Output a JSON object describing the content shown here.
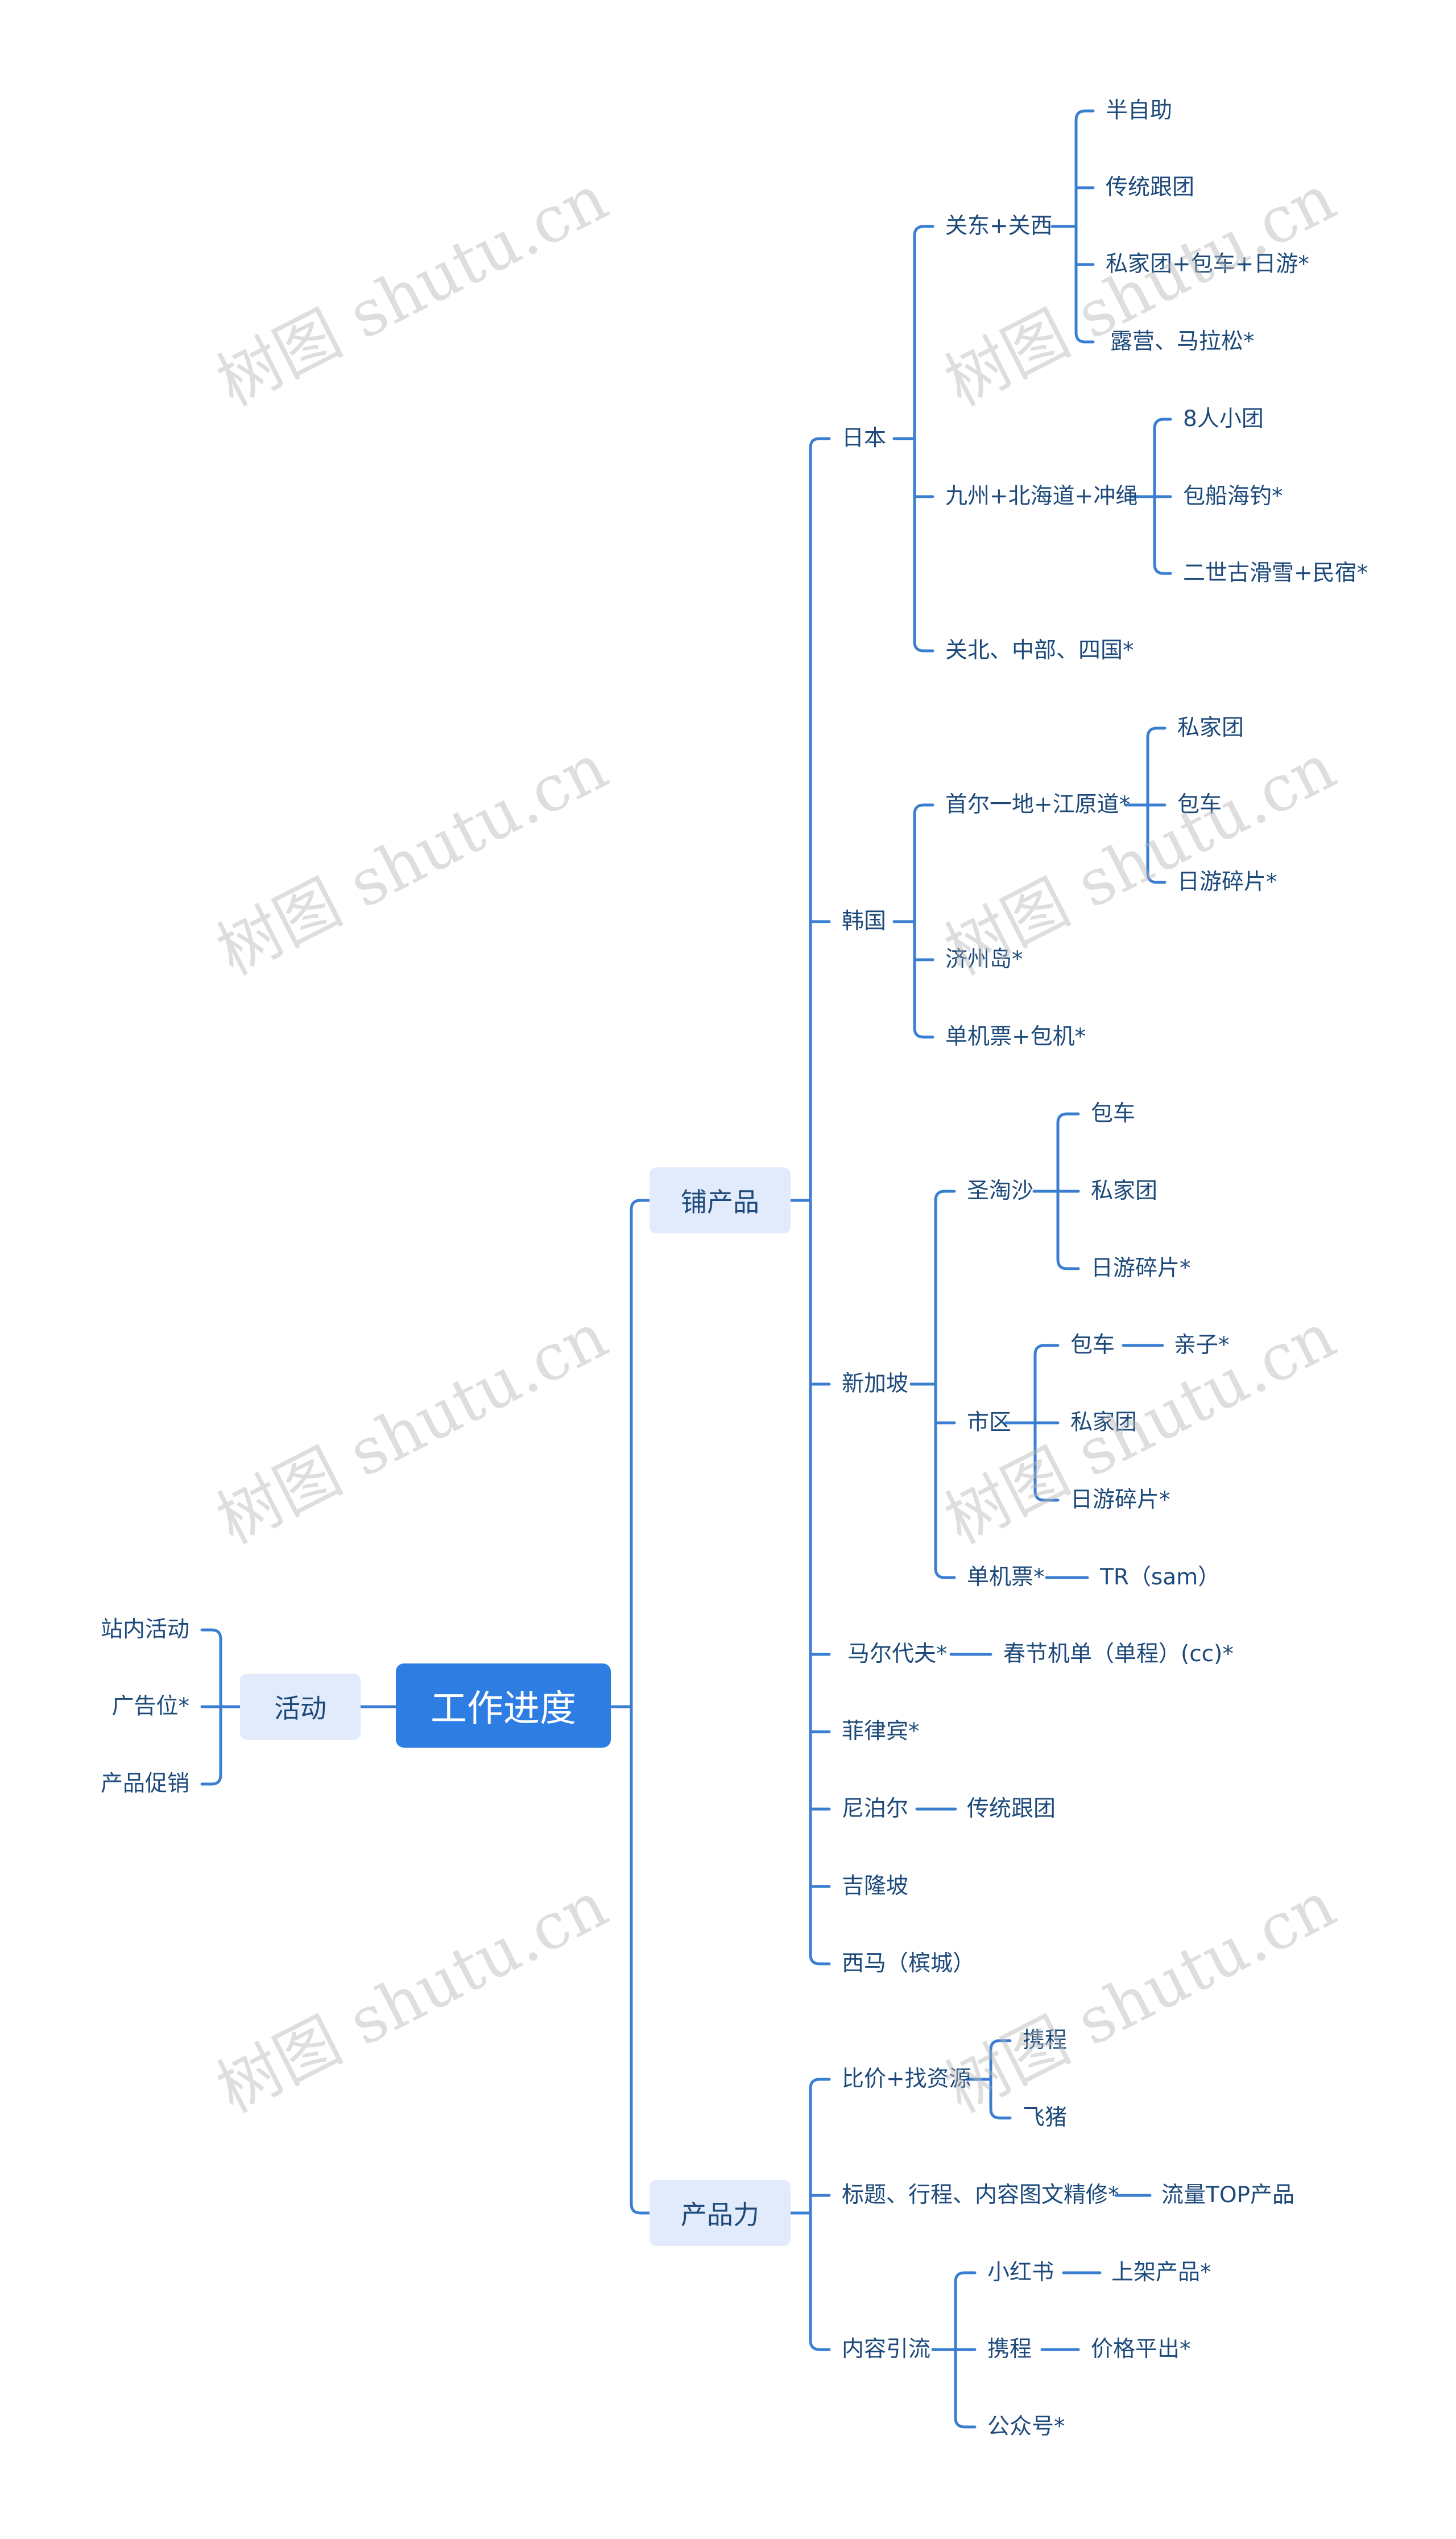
{
  "root": "工作进度",
  "activities": {
    "label": "活动",
    "items": [
      "站内活动",
      "广告位*",
      "产品促销"
    ]
  },
  "shop": {
    "label": "铺产品",
    "japan": {
      "label": "日本",
      "kanto": {
        "label": "关东+关西",
        "items": [
          "半自助",
          "传统跟团",
          "私家团+包车+日游*",
          "露营、马拉松*"
        ]
      },
      "kyushu": {
        "label": "九州+北海道+冲绳",
        "items": [
          "8人小团",
          "包船海钓*",
          "二世古滑雪+民宿*"
        ]
      },
      "other": "关北、中部、四国*"
    },
    "korea": {
      "label": "韩国",
      "seoul": {
        "label": "首尔一地+江原道*",
        "items": [
          "私家团",
          "包车",
          "日游碎片*"
        ]
      },
      "jeju": "济州岛*",
      "ticket": "单机票+包机*"
    },
    "singapore": {
      "label": "新加坡",
      "sentosa": {
        "label": "圣淘沙",
        "items": [
          "包车",
          "私家团",
          "日游碎片*"
        ]
      },
      "city": {
        "label": "市区",
        "car": "包车",
        "kids": "亲子*",
        "private": "私家团",
        "day": "日游碎片*"
      },
      "ticket": {
        "label": "单机票*",
        "child": "TR（sam）"
      }
    },
    "maldives": {
      "label": "马尔代夫*",
      "child": "春节机单（单程）(cc)*"
    },
    "philippines": "菲律宾*",
    "nepal": {
      "label": "尼泊尔",
      "child": "传统跟团"
    },
    "kl": "吉隆坡",
    "penang": "西马（槟城）"
  },
  "product": {
    "label": "产品力",
    "compare": {
      "label": "比价+找资源",
      "items": [
        "携程",
        "飞猪"
      ]
    },
    "title": {
      "label": "标题、行程、内容图文精修*",
      "child": "流量TOP产品"
    },
    "traffic": {
      "label": "内容引流",
      "xhs": {
        "label": "小红书",
        "child": "上架产品*"
      },
      "ctrip": {
        "label": "携程",
        "child": "价格平出*"
      },
      "wechat": "公众号*"
    }
  },
  "watermark": "树图 shutu.cn",
  "colors": {
    "line": "#3a7ed2",
    "root_bg": "#2e7de3",
    "section_bg": "#e2ebfb",
    "text": "#1d4a7a"
  }
}
